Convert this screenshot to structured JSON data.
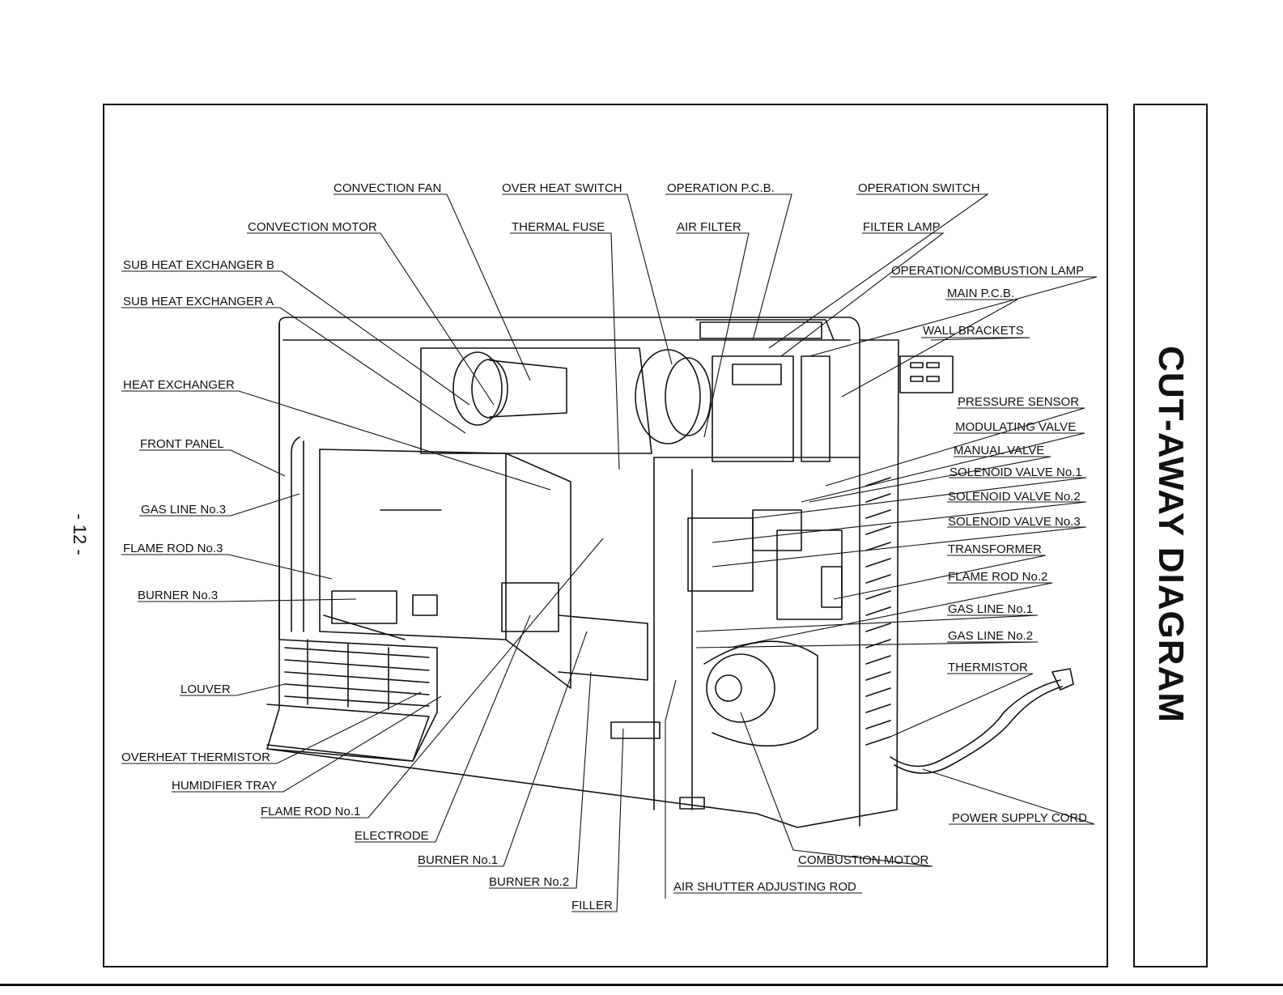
{
  "page_number": "- 12 -",
  "side_title": "CUT-AWAY DIAGRAM",
  "labels": {
    "convection_fan": "CONVECTION FAN",
    "over_heat_switch": "OVER HEAT SWITCH",
    "operation_pcb": "OPERATION P.C.B.",
    "operation_switch": "OPERATION SWITCH",
    "convection_motor": "CONVECTION MOTOR",
    "thermal_fuse": "THERMAL FUSE",
    "air_filter": "AIR FILTER",
    "filter_lamp": "FILTER LAMP",
    "sub_heat_exchanger_b": "SUB HEAT EXCHANGER B",
    "sub_heat_exchanger_a": "SUB HEAT EXCHANGER A",
    "operation_combustion_lamp": "OPERATION/COMBUSTION LAMP",
    "main_pcb": "MAIN P.C.B.",
    "wall_brackets": "WALL BRACKETS",
    "heat_exchanger": "HEAT EXCHANGER",
    "pressure_sensor": "PRESSURE SENSOR",
    "front_panel": "FRONT PANEL",
    "modulating_valve": "MODULATING VALVE",
    "manual_valve": "MANUAL VALVE",
    "solenoid_valve_1": "SOLENOID VALVE No.1",
    "gas_line_3": "GAS LINE No.3",
    "solenoid_valve_2": "SOLENOID VALVE No.2",
    "solenoid_valve_3": "SOLENOID VALVE No.3",
    "flame_rod_3": "FLAME ROD No.3",
    "transformer": "TRANSFORMER",
    "flame_rod_2": "FLAME ROD No.2",
    "burner_3": "BURNER No.3",
    "gas_line_1": "GAS LINE No.1",
    "gas_line_2": "GAS LINE No.2",
    "thermistor": "THERMISTOR",
    "louver": "LOUVER",
    "overheat_thermistor": "OVERHEAT THERMISTOR",
    "humidifier_tray": "HUMIDIFIER TRAY",
    "power_supply_cord": "POWER SUPPLY CORD",
    "flame_rod_1": "FLAME ROD No.1",
    "electrode": "ELECTRODE",
    "burner_1": "BURNER No.1",
    "combustion_motor": "COMBUSTION MOTOR",
    "burner_2": "BURNER No.2",
    "air_shutter_adjusting_rod": "AIR SHUTTER ADJUSTING ROD",
    "filler": "FILLER"
  }
}
